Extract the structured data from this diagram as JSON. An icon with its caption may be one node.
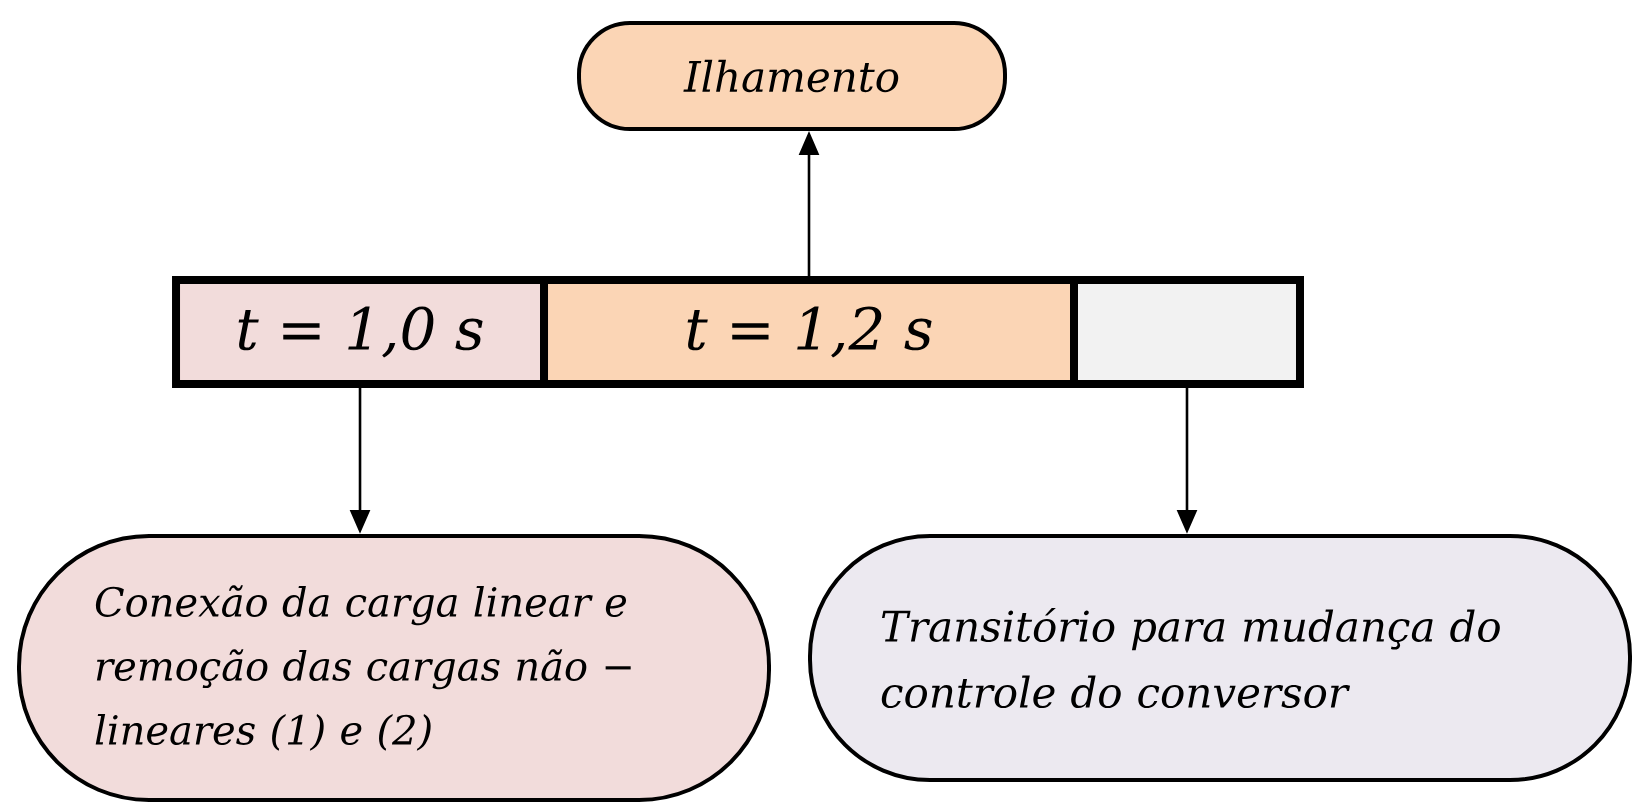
{
  "diagram": {
    "nodes": [
      {
        "text": [
          "Ilhamento"
        ]
      },
      {
        "text": [
          "t = 1,0 s"
        ]
      },
      {
        "text": [
          "t = 1,2 s"
        ]
      },
      {
        "text": [],
        "shape": "box"
      },
      {
        "text": [
          "Conexão da carga linear e remoção das cargas não − lineares (1) e (2)"
        ]
      },
      {
        "text": [
          "Transitório para mudança do controle do conversor"
        ]
      }
    ],
    "edges": [
      {
        "from": 2,
        "to": 0,
        "arrow": "to"
      },
      {
        "from": 1,
        "to": 4,
        "arrow": "to"
      },
      {
        "from": 3,
        "to": 5,
        "arrow": "to"
      }
    ]
  }
}
